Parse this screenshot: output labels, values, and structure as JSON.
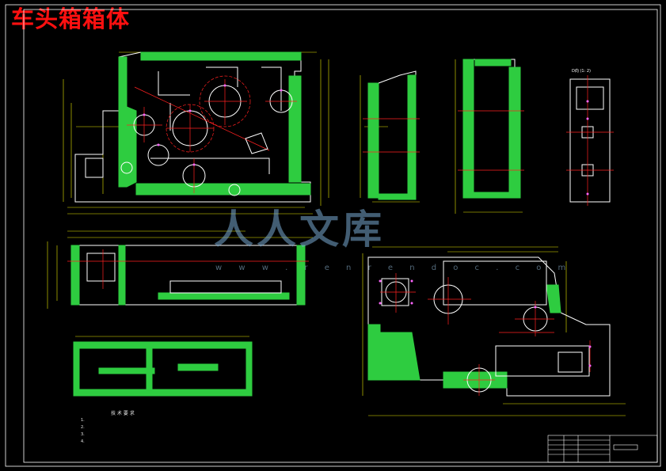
{
  "title": "车头箱箱体",
  "watermark": {
    "text": "人人文库",
    "url": "w w w . r e n r e n d o c . c o m"
  },
  "detail_label": "D向 (1: 2)",
  "notes_title": "技 术 要 求",
  "notes": [
    "1. ",
    "2. ",
    "3. ",
    "4. "
  ],
  "title_block": {
    "drawing_name": "",
    "row1": "",
    "row2": ""
  },
  "colors": {
    "background": "#000000",
    "outline": "#ffffff",
    "hatch": "#2ecc40",
    "centerline": "#ff2020",
    "dimension": "#e8e800",
    "frame": "#40e0ff",
    "title": "#ff1010"
  }
}
